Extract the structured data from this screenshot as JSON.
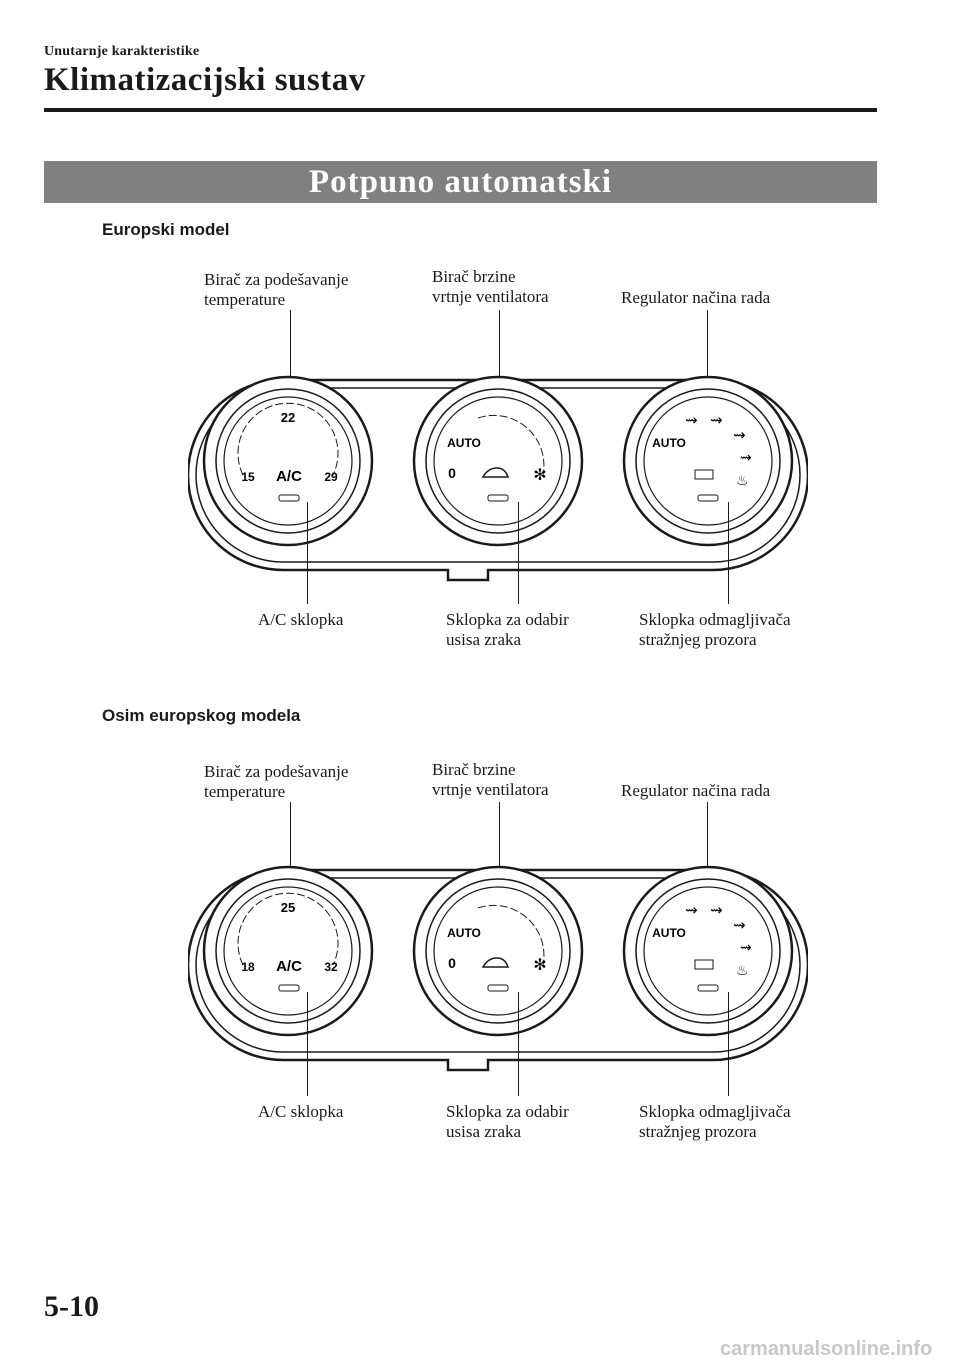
{
  "header": {
    "chapter": "Unutarnje karakteristike",
    "section": "Klimatizacijski sustav"
  },
  "banner": "Potpuno automatski",
  "diagrams": [
    {
      "label": "Europski model",
      "callouts": {
        "temp_selector": "Birač za podešavanje\ntemperature",
        "fan_selector": "Birač brzine\nvrtnje ventilatora",
        "mode_regulator": "Regulator načina rada",
        "ac_switch": "A/C sklopka",
        "intake_switch": "Sklopka za odabir\nusisa zraka",
        "rear_defrost_switch": "Sklopka odmagljivača\nstražnjeg prozora"
      },
      "dial_text": {
        "temp_top": "22",
        "temp_min": "15",
        "temp_max": "29",
        "ac": "A/C",
        "auto": "AUTO",
        "fan_zero": "0"
      }
    },
    {
      "label": "Osim europskog modela",
      "callouts": {
        "temp_selector": "Birač za podešavanje\ntemperature",
        "fan_selector": "Birač brzine\nvrtnje ventilatora",
        "mode_regulator": "Regulator načina rada",
        "ac_switch": "A/C sklopka",
        "intake_switch": "Sklopka za odabir\nusisa zraka",
        "rear_defrost_switch": "Sklopka odmagljivača\nstražnjeg prozora"
      },
      "dial_text": {
        "temp_top": "25",
        "temp_min": "18",
        "temp_max": "32",
        "ac": "A/C",
        "auto": "AUTO",
        "fan_zero": "0"
      }
    }
  ],
  "footer": {
    "page_number": "5-10",
    "watermark": "carmanualsonline.info"
  }
}
